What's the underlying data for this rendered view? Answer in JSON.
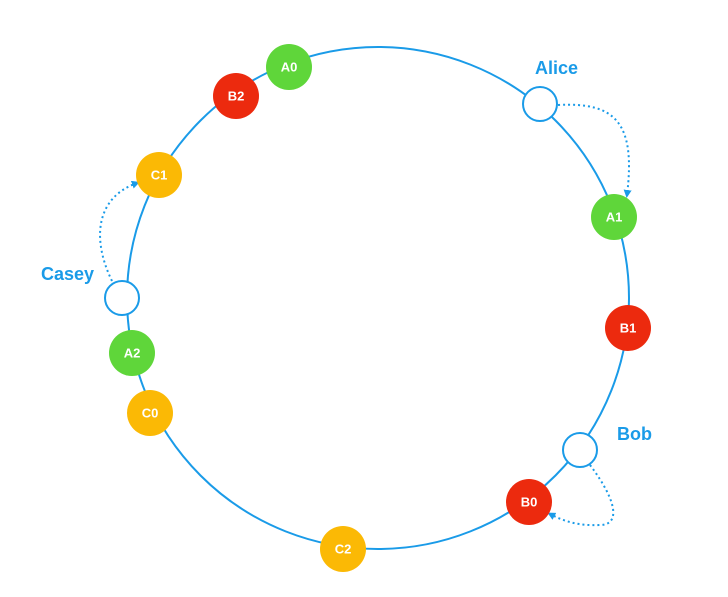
{
  "colors": {
    "ring": "#1a9be8",
    "node_a": "#5fd63a",
    "node_b": "#ec2a0e",
    "node_c": "#fbb905",
    "client": "#1a9be8",
    "arrow": "#1a9be8"
  },
  "nodes": [
    {
      "label": "A0",
      "group": "a"
    },
    {
      "label": "B2",
      "group": "b"
    },
    {
      "label": "C1",
      "group": "c"
    },
    {
      "label": "A2",
      "group": "a"
    },
    {
      "label": "C0",
      "group": "c"
    },
    {
      "label": "C2",
      "group": "c"
    },
    {
      "label": "B0",
      "group": "b"
    },
    {
      "label": "B1",
      "group": "b"
    },
    {
      "label": "A1",
      "group": "a"
    }
  ],
  "clients": [
    {
      "name": "Alice",
      "target": "A1"
    },
    {
      "name": "Casey",
      "target": "C1"
    },
    {
      "name": "Bob",
      "target": "B0"
    }
  ]
}
